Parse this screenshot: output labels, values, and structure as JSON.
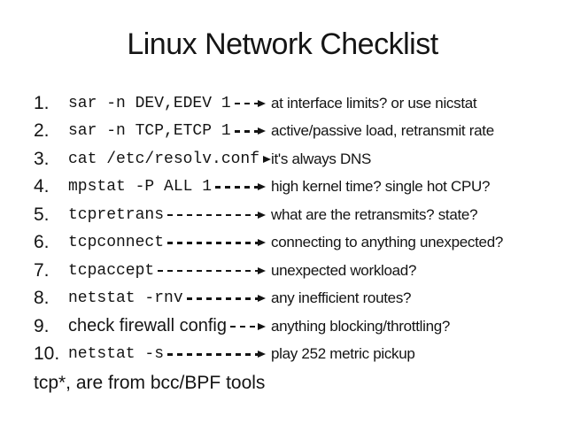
{
  "slide": {
    "title": "Linux Network Checklist",
    "footer_note": "tcp*, are from bcc/BPF tools",
    "colors": {
      "background": "#ffffff",
      "text": "#141414"
    },
    "checklist": [
      {
        "number": "1.",
        "command": "sar -n DEV,EDEV 1",
        "command_style": "mono",
        "description": "at interface limits? or use nicstat"
      },
      {
        "number": "2.",
        "command": "sar -n TCP,ETCP 1",
        "command_style": "mono",
        "description": "active/passive load, retransmit rate"
      },
      {
        "number": "3.",
        "command": "cat /etc/resolv.conf",
        "command_style": "mono",
        "description": "it's always DNS"
      },
      {
        "number": "4.",
        "command": "mpstat -P ALL 1",
        "command_style": "mono",
        "description": "high kernel time? single hot CPU?"
      },
      {
        "number": "5.",
        "command": "tcpretrans",
        "command_style": "mono",
        "description": "what are the retransmits? state?"
      },
      {
        "number": "6.",
        "command": "tcpconnect",
        "command_style": "mono",
        "description": "connecting to anything unexpected?"
      },
      {
        "number": "7.",
        "command": "tcpaccept",
        "command_style": "mono",
        "description": "unexpected workload?"
      },
      {
        "number": "8.",
        "command": "netstat -rnv",
        "command_style": "mono",
        "description": "any inefficient routes?"
      },
      {
        "number": "9.",
        "command": "check firewall config",
        "command_style": "sans",
        "description": "anything blocking/throttling?"
      },
      {
        "number": "10.",
        "command": "netstat -s",
        "command_style": "mono",
        "description": "play 252 metric pickup"
      }
    ]
  }
}
